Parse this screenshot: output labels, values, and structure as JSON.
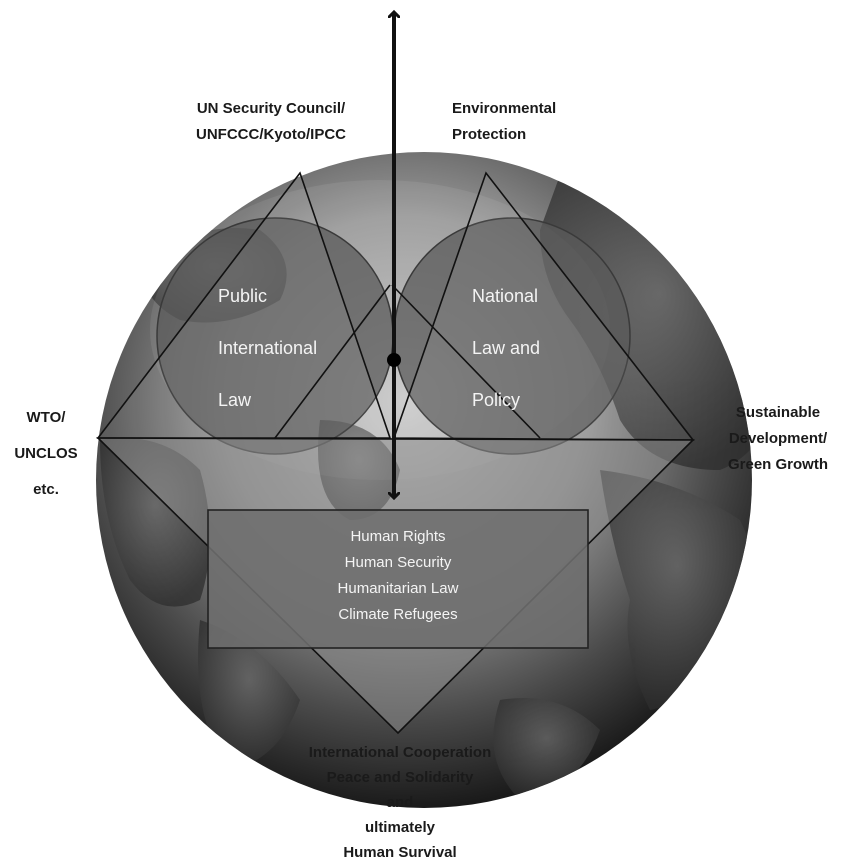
{
  "labels": {
    "top_left": [
      "UN Security Council/",
      "UNFCCC/Kyoto/IPCC"
    ],
    "top_right": [
      "Environmental",
      "Protection"
    ],
    "left": [
      "WTO/",
      "UNCLOS",
      "etc."
    ],
    "right": [
      "Sustainable",
      "Development/",
      "Green Growth"
    ],
    "bottom": [
      "International Cooperation",
      "Peace and Solidarity",
      "and",
      "ultimately",
      "Human Survival"
    ]
  },
  "circles": {
    "left": [
      "Public",
      "International",
      "Law"
    ],
    "right": [
      "National",
      "Law and",
      "Policy"
    ]
  },
  "box": [
    "Human Rights",
    "Human Security",
    "Humanitarian Law",
    "Climate Refugees"
  ]
}
